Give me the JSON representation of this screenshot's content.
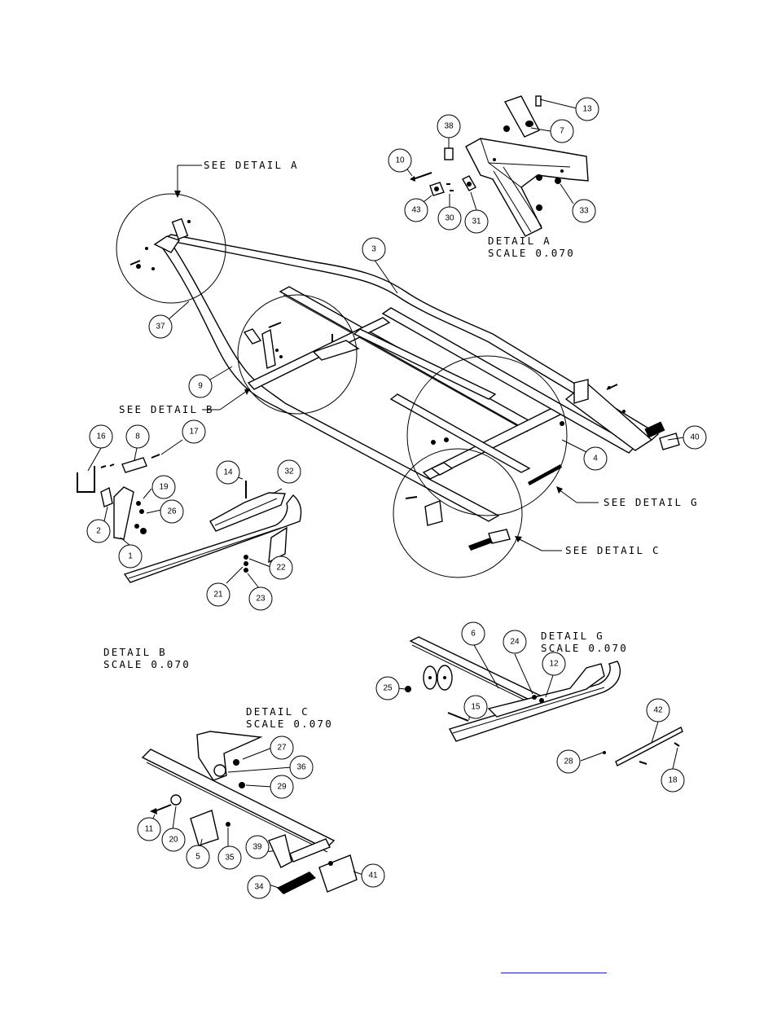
{
  "labels": {
    "see_detail_a": "SEE DETAIL  A",
    "see_detail_b": "SEE DETAIL  B",
    "see_detail_c": "SEE DETAIL  C",
    "see_detail_g": "SEE DETAIL  G",
    "detail_a": "DETAIL  A",
    "detail_a_scale": "SCALE  0.070",
    "detail_b": "DETAIL  B",
    "detail_b_scale": "SCALE  0.070",
    "detail_c": "DETAIL  C",
    "detail_c_scale": "SCALE  0.070",
    "detail_g": "DETAIL  G",
    "detail_g_scale": "SCALE  0.070"
  },
  "balloons": [
    "13",
    "7",
    "38",
    "10",
    "43",
    "30",
    "31",
    "33",
    "3",
    "37",
    "9",
    "40",
    "4",
    "16",
    "8",
    "17",
    "19",
    "26",
    "2",
    "1",
    "14",
    "32",
    "22",
    "21",
    "23",
    "6",
    "24",
    "12",
    "25",
    "15",
    "42",
    "28",
    "18",
    "27",
    "36",
    "29",
    "11",
    "20",
    "5",
    "35",
    "39",
    "41",
    "34"
  ],
  "link_text": ""
}
